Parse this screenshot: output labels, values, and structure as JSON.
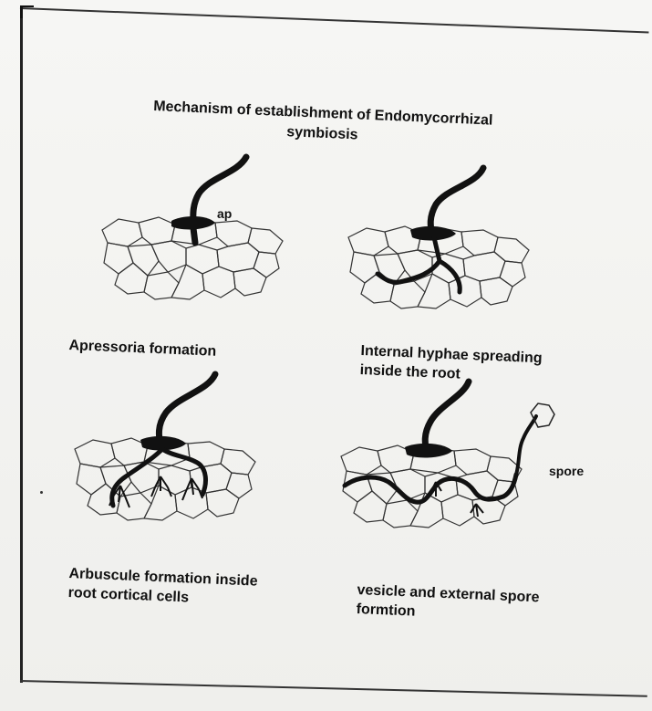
{
  "diagram": {
    "title_line1": "Mechanism of establishment of Endomycorrhizal",
    "title_line2": "symbiosis",
    "panels": [
      {
        "caption_line1": "Apressoria formation",
        "caption_line2": ""
      },
      {
        "caption_line1": "Internal hyphae spreading",
        "caption_line2": "inside the root"
      },
      {
        "caption_line1": "Arbuscule formation inside",
        "caption_line2": "root cortical cells"
      },
      {
        "caption_line1": "vesicle and external spore",
        "caption_line2": "formtion"
      }
    ],
    "labels": {
      "ap": "ap",
      "spore": "spore"
    }
  }
}
